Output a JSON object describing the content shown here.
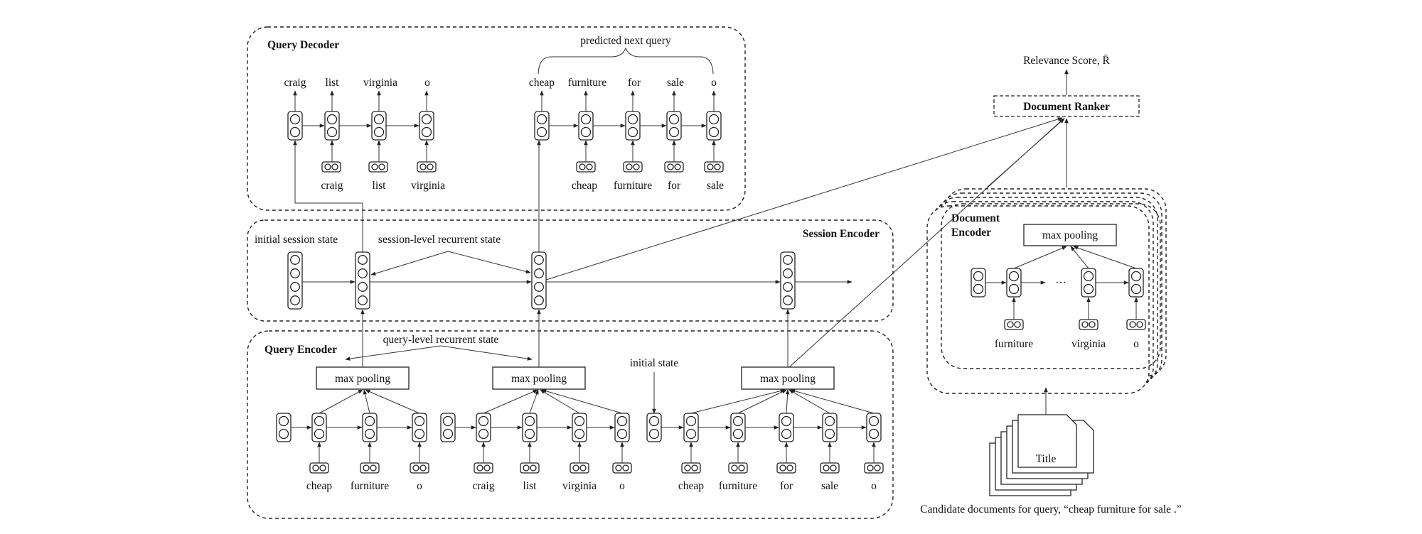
{
  "query_decoder": {
    "title": "Query Decoder",
    "predicted_label": "predicted next query",
    "seq1_outputs": [
      "craig",
      "list",
      "virginia",
      "o"
    ],
    "seq1_inputs": [
      "craig",
      "list",
      "virginia"
    ],
    "seq2_outputs": [
      "cheap",
      "furniture",
      "for",
      "sale",
      "o"
    ],
    "seq2_inputs": [
      "cheap",
      "furniture",
      "for",
      "sale"
    ]
  },
  "session_encoder": {
    "title": "Session Encoder",
    "initial_state_label": "initial session state",
    "recurrent_label": "session-level recurrent state"
  },
  "query_encoder": {
    "title": "Query Encoder",
    "recurrent_label": "query-level recurrent state",
    "initial_state_label": "initial state",
    "pooling_label": "max pooling",
    "q1_words": [
      "cheap",
      "furniture",
      "o"
    ],
    "q2_words": [
      "craig",
      "list",
      "virginia",
      "o"
    ],
    "q3_words": [
      "cheap",
      "furniture",
      "for",
      "sale",
      "o"
    ]
  },
  "document_encoder": {
    "title_line1": "Document",
    "title_line2": "Encoder",
    "pooling_label": "max pooling",
    "ellipsis": "···",
    "words": [
      "furniture",
      "virginia",
      "o"
    ]
  },
  "document_ranker": {
    "title": "Document Ranker",
    "score_label": "Relevance Score, R̄"
  },
  "documents": {
    "title_label": "Title",
    "caption": "Candidate documents for query, “cheap furniture for sale .”"
  }
}
